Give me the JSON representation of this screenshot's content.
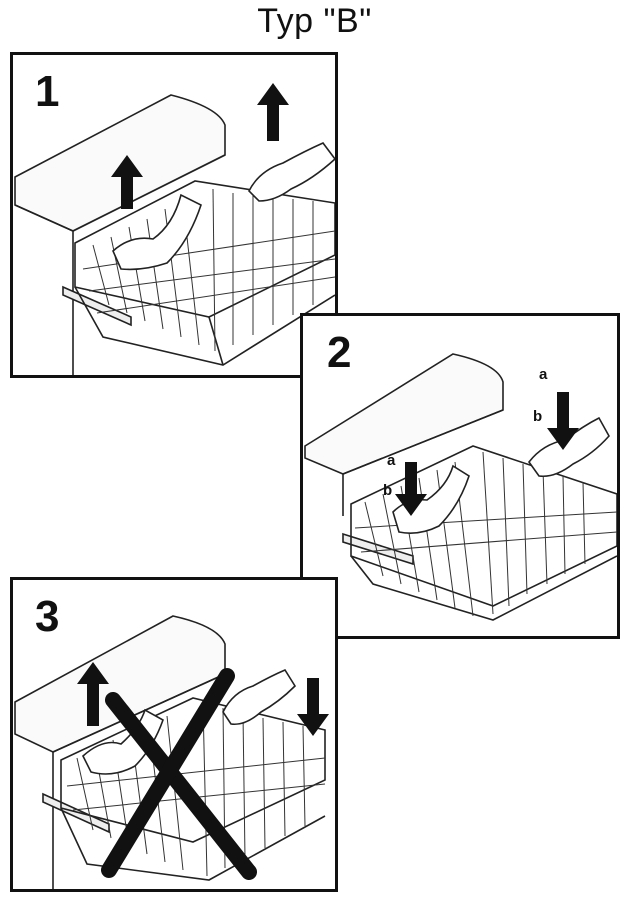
{
  "title": "Typ \"B\"",
  "panels": [
    {
      "number": "1"
    },
    {
      "number": "2",
      "labels": [
        "a",
        "b",
        "a",
        "b"
      ]
    },
    {
      "number": "3"
    }
  ]
}
